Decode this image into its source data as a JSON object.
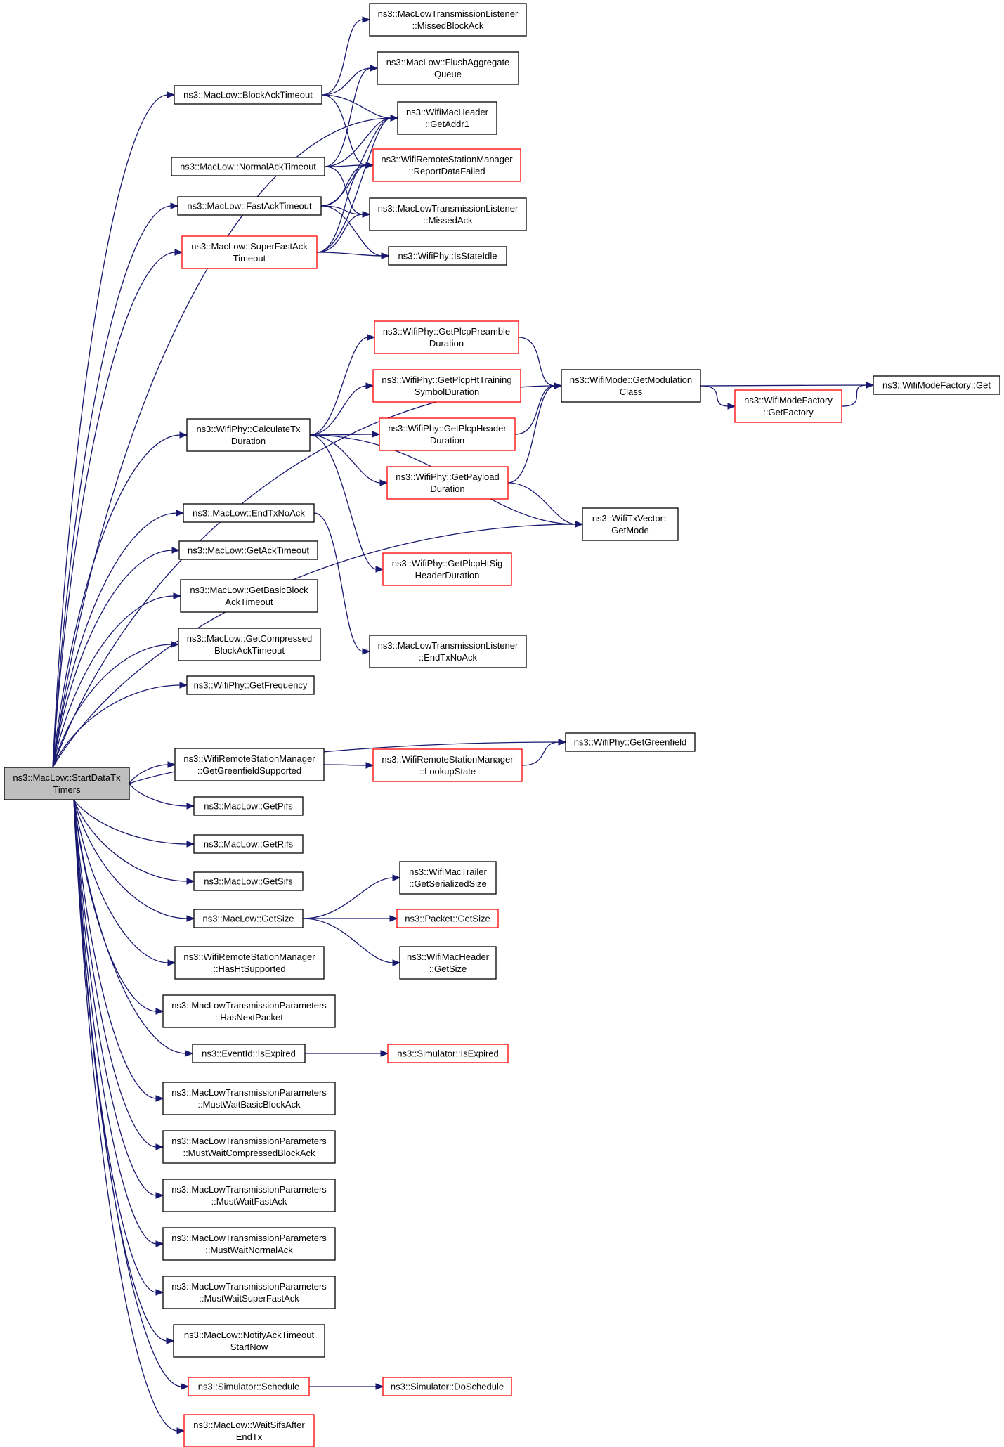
{
  "colors": {
    "edge": "#191970",
    "normal_border": "#000000",
    "red_border": "#ff0000",
    "root_fill": "#bfbfbf"
  },
  "nodes": [
    {
      "id": "root",
      "lines": [
        "ns3::MacLow::StartDataTx",
        "Timers"
      ],
      "style": "root"
    },
    {
      "id": "blockacktimeout",
      "lines": [
        "ns3::MacLow::BlockAckTimeout"
      ],
      "style": "normal"
    },
    {
      "id": "normalacktimeout",
      "lines": [
        "ns3::MacLow::NormalAckTimeout"
      ],
      "style": "normal"
    },
    {
      "id": "fastacktimeout",
      "lines": [
        "ns3::MacLow::FastAckTimeout"
      ],
      "style": "normal"
    },
    {
      "id": "superfastacktimeout",
      "lines": [
        "ns3::MacLow::SuperFastAck",
        "Timeout"
      ],
      "style": "red"
    },
    {
      "id": "calculatetxduration",
      "lines": [
        "ns3::WifiPhy::CalculateTx",
        "Duration"
      ],
      "style": "normal"
    },
    {
      "id": "endtxnoack",
      "lines": [
        "ns3::MacLow::EndTxNoAck"
      ],
      "style": "normal"
    },
    {
      "id": "getacktimeout",
      "lines": [
        "ns3::MacLow::GetAckTimeout"
      ],
      "style": "normal"
    },
    {
      "id": "getbasicblockacktimeout",
      "lines": [
        "ns3::MacLow::GetBasicBlock",
        "AckTimeout"
      ],
      "style": "normal"
    },
    {
      "id": "getcompressedblockacktimeout",
      "lines": [
        "ns3::MacLow::GetCompressed",
        "BlockAckTimeout"
      ],
      "style": "normal"
    },
    {
      "id": "getfrequency",
      "lines": [
        "ns3::WifiPhy::GetFrequency"
      ],
      "style": "normal"
    },
    {
      "id": "getgreenfieldsupported",
      "lines": [
        "ns3::WifiRemoteStationManager",
        "::GetGreenfieldSupported"
      ],
      "style": "normal"
    },
    {
      "id": "getpifs",
      "lines": [
        "ns3::MacLow::GetPifs"
      ],
      "style": "normal"
    },
    {
      "id": "getrifs",
      "lines": [
        "ns3::MacLow::GetRifs"
      ],
      "style": "normal"
    },
    {
      "id": "getsifs",
      "lines": [
        "ns3::MacLow::GetSifs"
      ],
      "style": "normal"
    },
    {
      "id": "getsize",
      "lines": [
        "ns3::MacLow::GetSize"
      ],
      "style": "normal"
    },
    {
      "id": "hashtsupported",
      "lines": [
        "ns3::WifiRemoteStationManager",
        "::HasHtSupported"
      ],
      "style": "normal"
    },
    {
      "id": "hasnextpacket",
      "lines": [
        "ns3::MacLowTransmissionParameters",
        "::HasNextPacket"
      ],
      "style": "normal"
    },
    {
      "id": "isexpired",
      "lines": [
        "ns3::EventId::IsExpired"
      ],
      "style": "normal"
    },
    {
      "id": "mustwaitbasicblockack",
      "lines": [
        "ns3::MacLowTransmissionParameters",
        "::MustWaitBasicBlockAck"
      ],
      "style": "normal"
    },
    {
      "id": "mustwaitcompressedblockack",
      "lines": [
        "ns3::MacLowTransmissionParameters",
        "::MustWaitCompressedBlockAck"
      ],
      "style": "normal"
    },
    {
      "id": "mustwaitfastack",
      "lines": [
        "ns3::MacLowTransmissionParameters",
        "::MustWaitFastAck"
      ],
      "style": "normal"
    },
    {
      "id": "mustwaitnormalack",
      "lines": [
        "ns3::MacLowTransmissionParameters",
        "::MustWaitNormalAck"
      ],
      "style": "normal"
    },
    {
      "id": "mustwaitsuperfastack",
      "lines": [
        "ns3::MacLowTransmissionParameters",
        "::MustWaitSuperFastAck"
      ],
      "style": "normal"
    },
    {
      "id": "notifyacktimeoutstartnow",
      "lines": [
        "ns3::MacLow::NotifyAckTimeout",
        "StartNow"
      ],
      "style": "normal"
    },
    {
      "id": "schedule",
      "lines": [
        "ns3::Simulator::Schedule"
      ],
      "style": "red"
    },
    {
      "id": "waitsifsafterendtx",
      "lines": [
        "ns3::MacLow::WaitSifsAfter",
        "EndTx"
      ],
      "style": "red"
    },
    {
      "id": "missedblockack",
      "lines": [
        "ns3::MacLowTransmissionListener",
        "::MissedBlockAck"
      ],
      "style": "normal"
    },
    {
      "id": "flushaggregatequeue",
      "lines": [
        "ns3::MacLow::FlushAggregate",
        "Queue"
      ],
      "style": "normal"
    },
    {
      "id": "getaddr1",
      "lines": [
        "ns3::WifiMacHeader",
        "::GetAddr1"
      ],
      "style": "normal"
    },
    {
      "id": "reportdatafailed",
      "lines": [
        "ns3::WifiRemoteStationManager",
        "::ReportDataFailed"
      ],
      "style": "red"
    },
    {
      "id": "missedack",
      "lines": [
        "ns3::MacLowTransmissionListener",
        "::MissedAck"
      ],
      "style": "normal"
    },
    {
      "id": "isstateidle",
      "lines": [
        "ns3::WifiPhy::IsStateIdle"
      ],
      "style": "normal"
    },
    {
      "id": "getplcppreambleduration",
      "lines": [
        "ns3::WifiPhy::GetPlcpPreamble",
        "Duration"
      ],
      "style": "red"
    },
    {
      "id": "getplcphttrainingsymbolduration",
      "lines": [
        "ns3::WifiPhy::GetPlcpHtTraining",
        "SymbolDuration"
      ],
      "style": "red"
    },
    {
      "id": "getplcpheaderduration",
      "lines": [
        "ns3::WifiPhy::GetPlcpHeader",
        "Duration"
      ],
      "style": "red"
    },
    {
      "id": "getpayloadduration",
      "lines": [
        "ns3::WifiPhy::GetPayload",
        "Duration"
      ],
      "style": "red"
    },
    {
      "id": "getplcphtsigheaderduration",
      "lines": [
        "ns3::WifiPhy::GetPlcpHtSig",
        "HeaderDuration"
      ],
      "style": "red"
    },
    {
      "id": "endtxnoacklistener",
      "lines": [
        "ns3::MacLowTransmissionListener",
        "::EndTxNoAck"
      ],
      "style": "normal"
    },
    {
      "id": "getmodulationclass",
      "lines": [
        "ns3::WifiMode::GetModulation",
        "Class"
      ],
      "style": "normal"
    },
    {
      "id": "gettxvectormode",
      "lines": [
        "ns3::WifiTxVector::",
        "GetMode"
      ],
      "style": "normal"
    },
    {
      "id": "getgreenfield",
      "lines": [
        "ns3::WifiPhy::GetGreenfield"
      ],
      "style": "normal"
    },
    {
      "id": "lookupstate",
      "lines": [
        "ns3::WifiRemoteStationManager",
        "::LookupState"
      ],
      "style": "red"
    },
    {
      "id": "getserializedsize",
      "lines": [
        "ns3::WifiMacTrailer",
        "::GetSerializedSize"
      ],
      "style": "normal"
    },
    {
      "id": "packetgetsize",
      "lines": [
        "ns3::Packet::GetSize"
      ],
      "style": "red"
    },
    {
      "id": "headergetsize",
      "lines": [
        "ns3::WifiMacHeader",
        "::GetSize"
      ],
      "style": "normal"
    },
    {
      "id": "simulatorisexpired",
      "lines": [
        "ns3::Simulator::IsExpired"
      ],
      "style": "red"
    },
    {
      "id": "doschedule",
      "lines": [
        "ns3::Simulator::DoSchedule"
      ],
      "style": "red"
    },
    {
      "id": "wifimodefactoryget",
      "lines": [
        "ns3::WifiModeFactory::Get"
      ],
      "style": "normal"
    },
    {
      "id": "getfactory",
      "lines": [
        "ns3::WifiModeFactory",
        "::GetFactory"
      ],
      "style": "red"
    }
  ]
}
